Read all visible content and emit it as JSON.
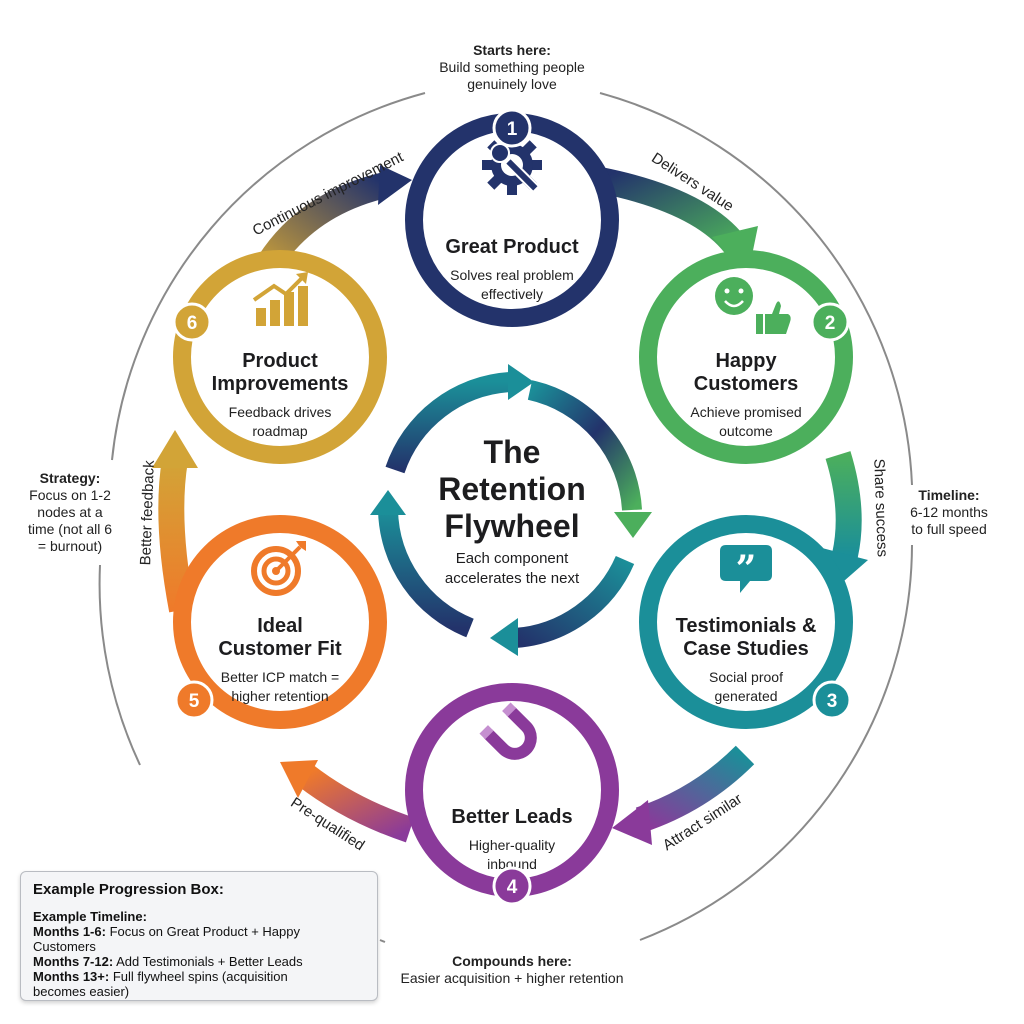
{
  "title": {
    "line1": "The",
    "line2": "Retention",
    "line3": "Flywheel",
    "subtitle_line1": "Each component",
    "subtitle_line2": "accelerates the next"
  },
  "nodes": [
    {
      "number": "1",
      "title_lines": [
        "Great Product"
      ],
      "desc_lines": [
        "Solves real problem",
        "effectively"
      ],
      "icon": "gear-wrench-icon",
      "color": "#23336b"
    },
    {
      "number": "2",
      "title_lines": [
        "Happy",
        "Customers"
      ],
      "desc_lines": [
        "Achieve promised",
        "outcome"
      ],
      "icon": "smiley-thumbs-up-icon",
      "color": "#4caf5c"
    },
    {
      "number": "3",
      "title_lines": [
        "Testimonials &",
        "Case Studies"
      ],
      "desc_lines": [
        "Social proof",
        "generated"
      ],
      "icon": "quote-bubble-icon",
      "color": "#1b8f99"
    },
    {
      "number": "4",
      "title_lines": [
        "Better Leads"
      ],
      "desc_lines": [
        "Higher-quality",
        "inbound"
      ],
      "icon": "magnet-icon",
      "color": "#8a3a9a"
    },
    {
      "number": "5",
      "title_lines": [
        "Ideal",
        "Customer Fit"
      ],
      "desc_lines": [
        "Better ICP match =",
        "higher retention"
      ],
      "icon": "target-icon",
      "color": "#ef7a2a"
    },
    {
      "number": "6",
      "title_lines": [
        "Product",
        "Improvements"
      ],
      "desc_lines": [
        "Feedback drives",
        "roadmap"
      ],
      "icon": "bar-chart-growth-icon",
      "color": "#d2a437"
    }
  ],
  "connectors": [
    {
      "label": "Delivers value"
    },
    {
      "label": "Share success"
    },
    {
      "label": "Attract similar"
    },
    {
      "label": "Pre-qualified"
    },
    {
      "label": "Better feedback"
    },
    {
      "label": "Continuous improvement"
    }
  ],
  "annotations": {
    "starts_here": {
      "title": "Starts here:",
      "line1": "Build something people",
      "line2": "genuinely love"
    },
    "strategy": {
      "title": "Strategy:",
      "line1": "Focus on 1-2",
      "line2": "nodes at a",
      "line3": "time (not all 6",
      "line4": "= burnout)"
    },
    "timeline": {
      "title": "Timeline:",
      "line1": "6-12 months",
      "line2": "to full speed"
    },
    "compounds_here": {
      "title": "Compounds here:",
      "line1": "Easier acquisition + higher retention"
    }
  },
  "example_box": {
    "title": "Example Progression Box:",
    "subtitle": "Example Timeline:",
    "rows": [
      {
        "label": "Months 1-6:",
        "text": " Focus on Great Product + Happy Customers"
      },
      {
        "label": "Months 7-12:",
        "text": " Add Testimonials + Better Leads"
      },
      {
        "label": "Months 13+:",
        "text": " Full flywheel spins (acquisition"
      }
    ],
    "continuation": "becomes easier)"
  },
  "colors": {
    "navy": "#23336b",
    "green": "#4caf5c",
    "teal": "#1b8f99",
    "purple": "#8a3a9a",
    "orange": "#ef7a2a",
    "gold": "#d2a437",
    "outer_circle": "#8a8a8a"
  }
}
